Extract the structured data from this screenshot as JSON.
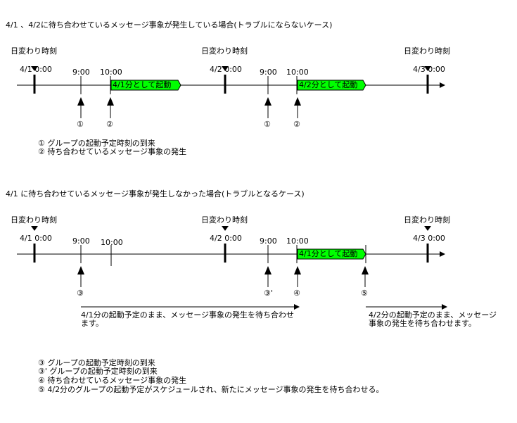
{
  "colors": {
    "bar_fill": "#00ff00",
    "line": "#000000",
    "background": "#ffffff"
  },
  "diagram1": {
    "title": "4/1 、4/2に待ち合わせているメッセージ事象が発生している場合(トラブルにならないケース)",
    "day_change_label": "日変わり時刻",
    "ticks": [
      {
        "label": "4/1 0:00",
        "type": "major",
        "day_change": true
      },
      {
        "label": "9:00",
        "type": "minor"
      },
      {
        "label": "10:00",
        "type": "minor"
      },
      {
        "label": "4/2 0:00",
        "type": "major",
        "day_change": true
      },
      {
        "label": "9:00",
        "type": "minor"
      },
      {
        "label": "10:00",
        "type": "minor"
      },
      {
        "label": "4/3 0:00",
        "type": "major",
        "day_change": true
      }
    ],
    "bars": [
      {
        "label": "4/1分として起動"
      },
      {
        "label": "4/2分として起動"
      }
    ],
    "markers": [
      "①",
      "②",
      "①",
      "②"
    ],
    "legend": [
      "① グループの起動予定時刻の到来",
      "② 待ち合わせているメッセージ事象の発生"
    ]
  },
  "diagram2": {
    "title": "4/1 に待ち合わせているメッセージ事象が発生しなかった場合(トラブルとなるケース)",
    "day_change_label": "日変わり時刻",
    "ticks": [
      {
        "label": "4/1 0:00",
        "type": "major",
        "day_change": true
      },
      {
        "label": "9:00",
        "type": "minor"
      },
      {
        "label": "10:00",
        "type": "minor"
      },
      {
        "label": "4/2 0:00",
        "type": "major",
        "day_change": true
      },
      {
        "label": "9:00",
        "type": "minor"
      },
      {
        "label": "10:00",
        "type": "minor"
      },
      {
        "label": "4/3 0:00",
        "type": "major",
        "day_change": true
      }
    ],
    "bars": [
      {
        "label": "4/1分として起動"
      }
    ],
    "markers": [
      "③",
      "③'",
      "④",
      "⑤"
    ],
    "notes": [
      "4/1分の起動予定のまま、メッセージ事象の発生を待ち合わせます。",
      "4/2分の起動予定のまま、メッセージ事象の発生を待ち合わせます。"
    ],
    "legend": [
      "③  グループの起動予定時刻の到来",
      "③' グループの起動予定時刻の到来",
      "④ 待ち合わせているメッセージ事象の発生",
      "⑤ 4/2分のグループの起動予定がスケジュールされ、新たにメッセージ事象の発生を待ち合わせる。"
    ]
  }
}
